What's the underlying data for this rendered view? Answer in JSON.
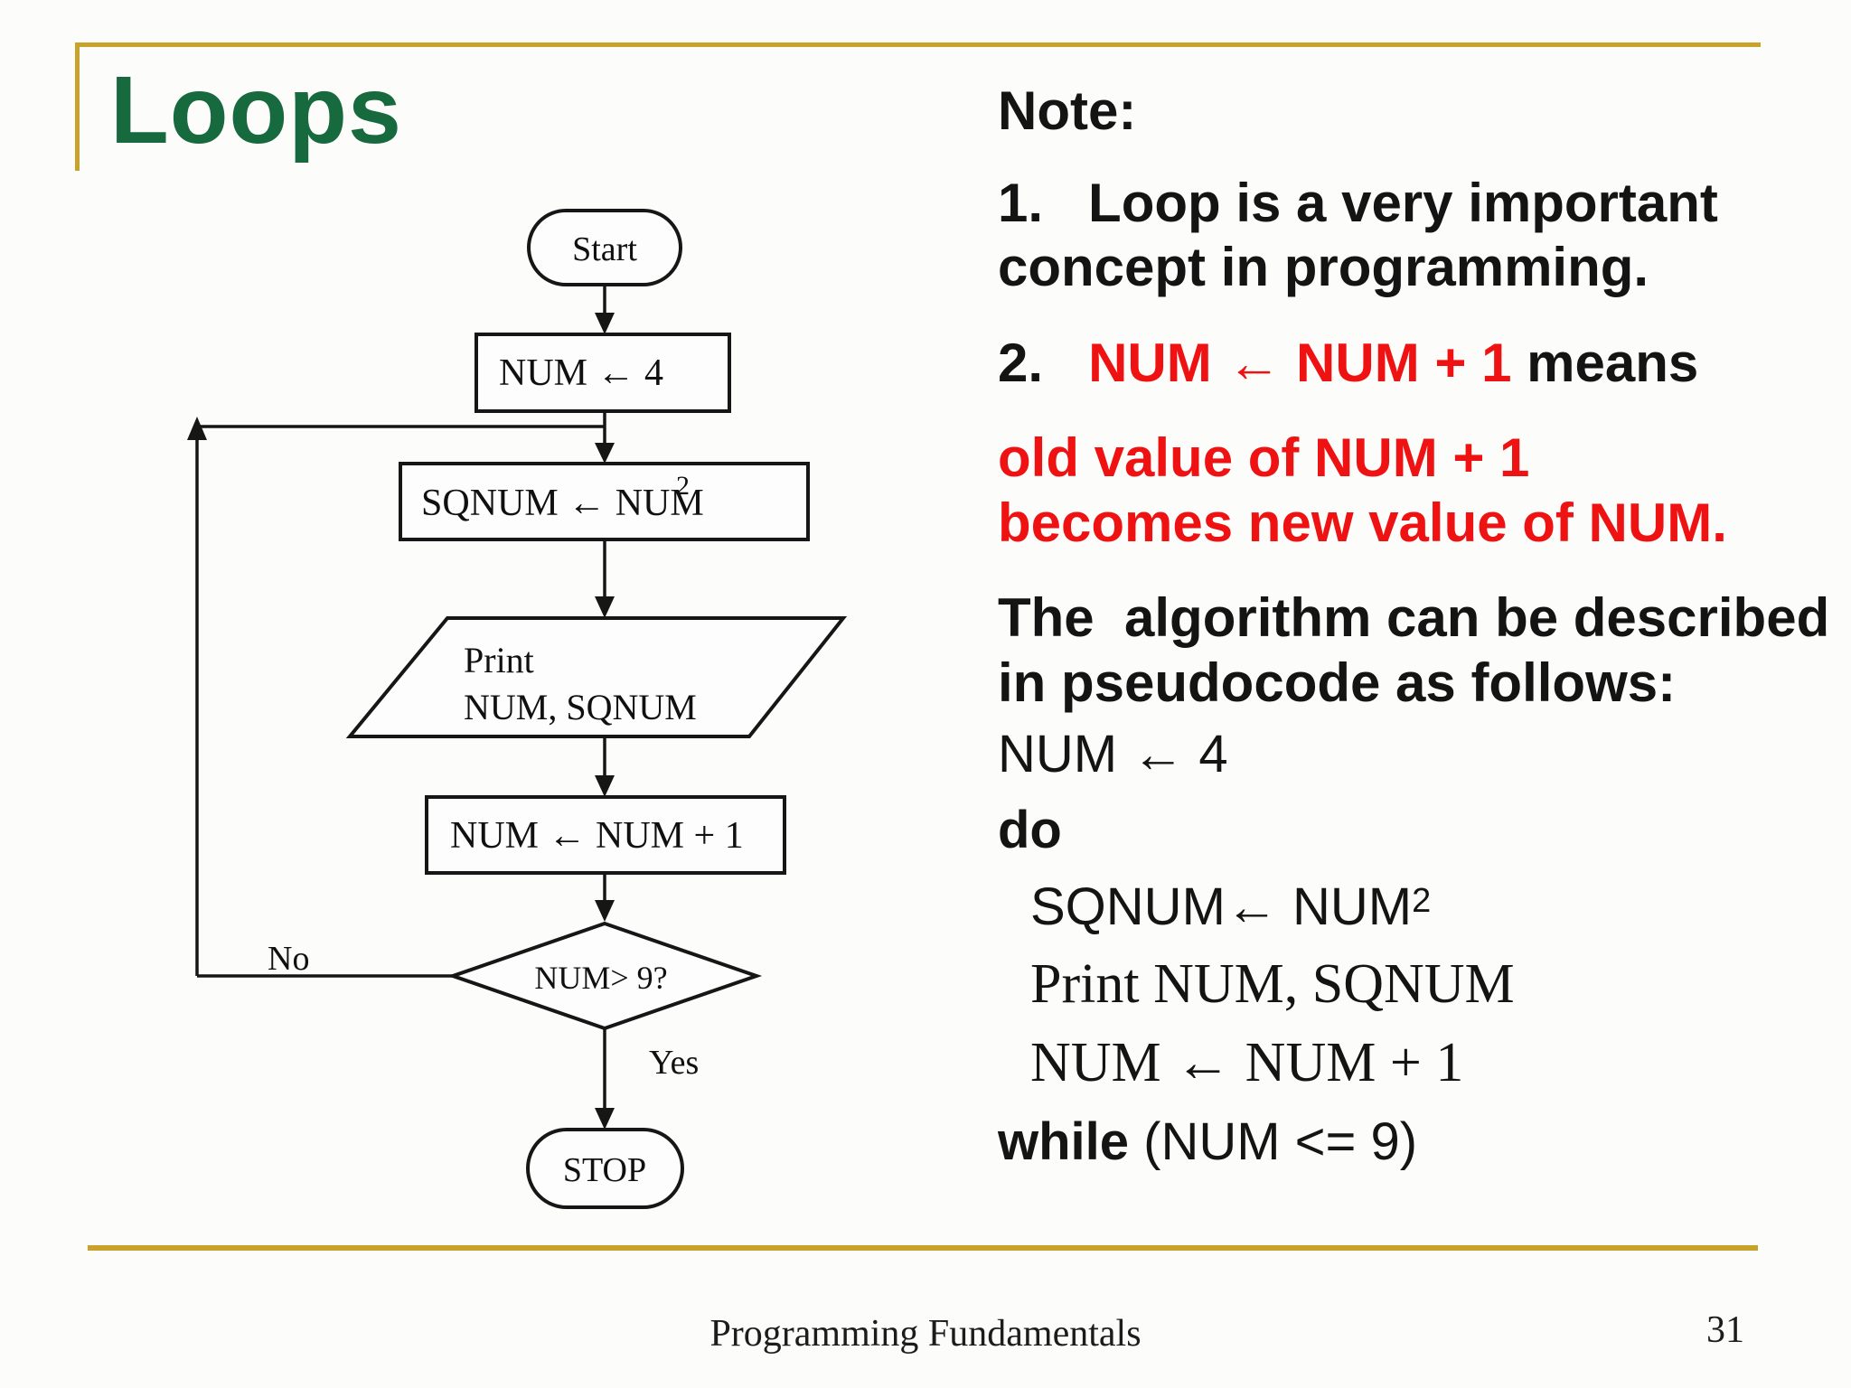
{
  "slide": {
    "title": "Loops",
    "footer_text": "Programming Fundamentals",
    "page_number": "31",
    "colors": {
      "accent_gold": "#C9A22B",
      "title_green": "#17693E",
      "emphasis_red": "#EE1212",
      "text_black": "#141414"
    }
  },
  "flowchart": {
    "start_label": "Start",
    "init_label": "NUM ← 4",
    "square_label_main": "SQNUM ← NUM",
    "square_label_sup": "2",
    "print_line1": "Print",
    "print_line2": "NUM, SQNUM",
    "increment_label": "NUM ← NUM + 1",
    "decision_label": "NUM> 9?",
    "no_label": "No",
    "yes_label": "Yes",
    "stop_label": "STOP"
  },
  "note": {
    "heading": "Note:",
    "item1_line1": "1.   Loop is a very important",
    "item1_line2": "concept in programming.",
    "item2_prefix": "2.   ",
    "item2_red": "NUM ← NUM + 1",
    "item2_suffix": " means",
    "red_line1": "old value of NUM + 1",
    "red_line2": "becomes new value of NUM.",
    "algo_line1": "The  algorithm can be described",
    "algo_line2": "in pseudocode as follows:"
  },
  "pseudocode": {
    "assign_line": "NUM ← 4",
    "do_keyword": "do",
    "square_main": "SQNUM← NUM",
    "square_sup": "2",
    "print_line": "Print NUM, SQNUM",
    "increment_line": "NUM ← NUM + 1",
    "while_keyword": "while",
    "while_rest": " (NUM <= 9)"
  }
}
